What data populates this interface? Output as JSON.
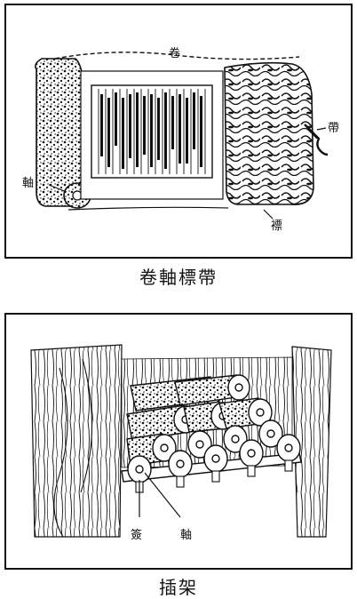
{
  "figure_top": {
    "caption": "卷軸標帶",
    "labels": {
      "scroll": "卷",
      "tie": "帶",
      "roller": "軸",
      "cover": "褾"
    }
  },
  "figure_bottom": {
    "caption": "插架",
    "labels": {
      "tag": "簽",
      "roller": "軸"
    }
  },
  "colors": {
    "ink": "#111111",
    "paper": "#ffffff"
  }
}
